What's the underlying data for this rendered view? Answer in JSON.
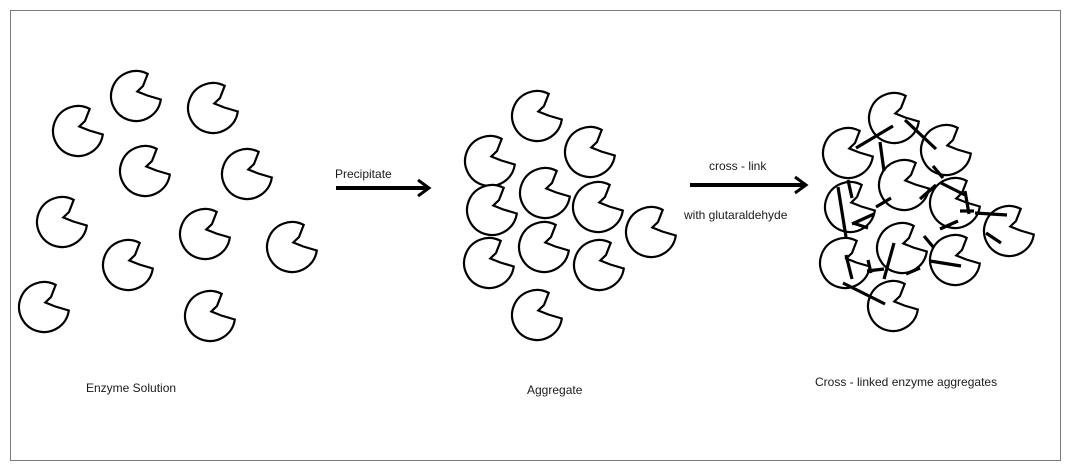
{
  "diagram": {
    "stages": [
      {
        "label": "Enzyme Solution"
      },
      {
        "label": "Aggregate"
      },
      {
        "label": "Cross - linked enzyme aggregates"
      }
    ],
    "arrows": [
      {
        "label_above": "Precipitate",
        "label_below": ""
      },
      {
        "label_above": "cross - link",
        "label_below": "with glutaraldehyde"
      }
    ],
    "colors": {
      "background": "#ffffff",
      "border": "#7a7a7a",
      "stroke": "#000000"
    }
  }
}
